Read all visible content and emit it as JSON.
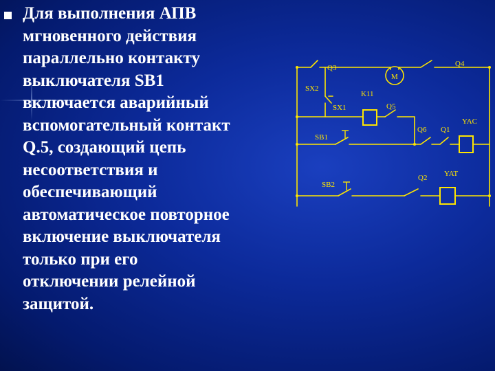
{
  "slide": {
    "bullet_lines": [
      "Для выполнения АПВ",
      "мгновенного действия",
      "параллельно контакту",
      "выключателя SB1",
      "включается аварийный",
      "вспомогательный контакт",
      "Q.5, создающий цепь",
      "несоответствия и",
      "обеспечивающий",
      "автоматическое повторное",
      "включение выключателя",
      "только при его",
      "отключении релейной",
      "защитой."
    ]
  },
  "schematic": {
    "labels": {
      "q3": "Q3",
      "q4": "Q4",
      "m": "M",
      "sx2": "SX2",
      "sx1": "SX1",
      "k11": "K11",
      "q5": "Q5",
      "q6": "Q6",
      "q1": "Q1",
      "yac": "YAC",
      "sb1": "SB1",
      "sb2": "SB2",
      "q2": "Q2",
      "yat": "YAT"
    },
    "colors": {
      "wire": "#ffe600",
      "text": "#ffffff",
      "bullet": "#ffffff"
    }
  }
}
